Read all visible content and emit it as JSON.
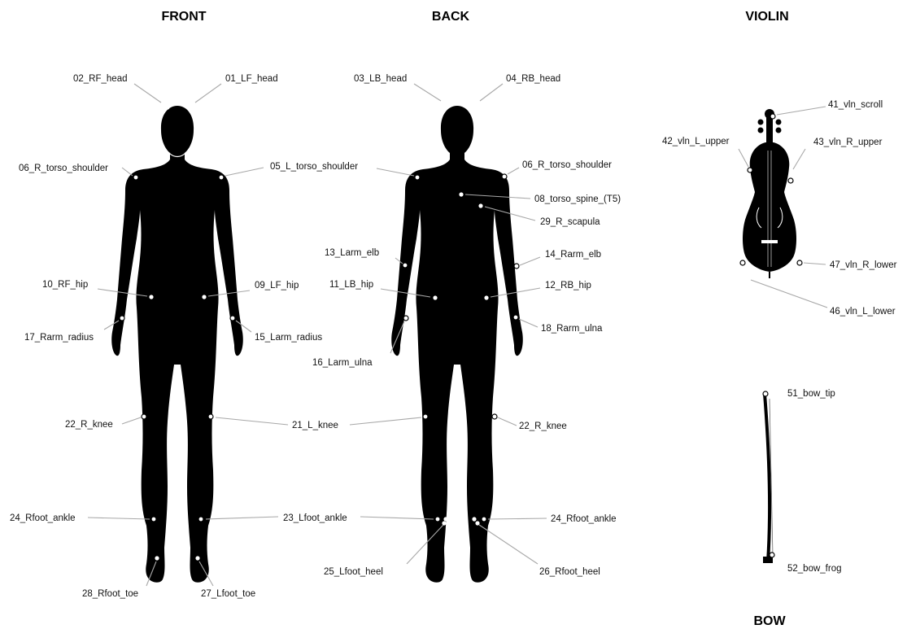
{
  "sections": {
    "front": "FRONT",
    "back": "BACK",
    "violin": "VIOLIN",
    "bow": "BOW"
  },
  "markers": {
    "front": {
      "rf_head": "02_RF_head",
      "lf_head": "01_LF_head",
      "r_torso_shoulder": "06_R_torso_shoulder",
      "l_torso_shoulder": "05_L_torso_shoulder",
      "rf_hip": "10_RF_hip",
      "lf_hip": "09_LF_hip",
      "rarm_radius": "17_Rarm_radius",
      "larm_radius": "15_Larm_radius",
      "r_knee": "22_R_knee",
      "l_knee": "21_L_knee",
      "rfoot_ankle": "24_Rfoot_ankle",
      "lfoot_ankle": "23_Lfoot_ankle",
      "rfoot_toe": "28_Rfoot_toe",
      "lfoot_toe": "27_Lfoot_toe"
    },
    "back": {
      "lb_head": "03_LB_head",
      "rb_head": "04_RB_head",
      "r_torso_shoulder": "06_R_torso_shoulder",
      "torso_spine": "08_torso_spine_(T5)",
      "r_scapula": "29_R_scapula",
      "larm_elb": "13_Larm_elb",
      "rarm_elb": "14_Rarm_elb",
      "lb_hip": "11_LB_hip",
      "rb_hip": "12_RB_hip",
      "rarm_ulna": "18_Rarm_ulna",
      "larm_ulna": "16_Larm_ulna",
      "r_knee": "22_R_knee",
      "rfoot_ankle": "24_Rfoot_ankle",
      "lfoot_heel": "25_Lfoot_heel",
      "rfoot_heel": "26_Rfoot_heel"
    },
    "violin": {
      "scroll": "41_vln_scroll",
      "l_upper": "42_vln_L_upper",
      "r_upper": "43_vln_R_upper",
      "r_lower": "47_vln_R_lower",
      "l_lower": "46_vln_L_lower"
    },
    "bow": {
      "tip": "51_bow_tip",
      "frog": "52_bow_frog"
    }
  }
}
